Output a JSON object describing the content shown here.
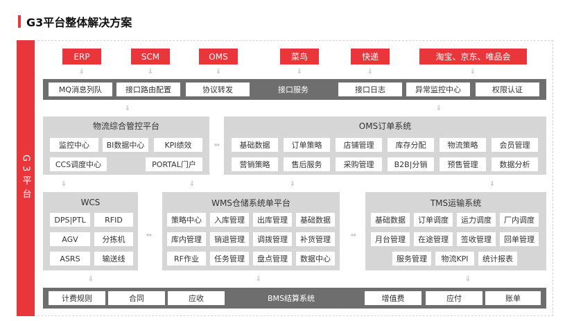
{
  "title": "G3平台整体解决方案",
  "side_label": "G3平台",
  "top_systems": [
    "ERP",
    "SCM",
    "OMS",
    "菜鸟",
    "快递",
    "淘宝、京东、唯品会"
  ],
  "interface_bar": {
    "items": [
      "MQ消息列队",
      "接口路由配置",
      "协议转发",
      "接口日志",
      "异常监控中心",
      "权限认证"
    ],
    "center_label": "接口服务"
  },
  "logistics_panel": {
    "title": "物流综合管控平台",
    "items": [
      "监控中心",
      "BI数据中心",
      "KPI绩效",
      "CCS调度中心",
      "PORTAL门户"
    ]
  },
  "oms_panel": {
    "title": "OMS订单系统",
    "items": [
      "基础数据",
      "订单策略",
      "店铺管理",
      "库存分配",
      "物流策略",
      "会员管理",
      "营销策略",
      "售后服务",
      "采购管理",
      "B2B|分销",
      "预售管理",
      "数据分析"
    ]
  },
  "wcs_panel": {
    "title": "WCS",
    "items": [
      "DPS|PTL",
      "RFID",
      "AGV",
      "分拣机",
      "ASRS",
      "输送线"
    ]
  },
  "wms_panel": {
    "title": "WMS仓储系统单平台",
    "items": [
      "策略中心",
      "入库管理",
      "出库管理",
      "基础数据",
      "库内管理",
      "销退管理",
      "调拨管理",
      "补货管理",
      "RF作业",
      "任务管理",
      "盘点管理",
      "数据中心"
    ]
  },
  "tms_panel": {
    "title": "TMS运输系统",
    "items": [
      "基础数据",
      "订单调度",
      "运力调度",
      "厂内调度",
      "月台管理",
      "在途管理",
      "签收管理",
      "回单管理",
      "服务管理",
      "物流KPI",
      "统计报表"
    ]
  },
  "bms_bar": {
    "items": [
      "计费规则",
      "合同",
      "应收",
      "增值费",
      "应付",
      "账单"
    ],
    "center_label": "BMS结算系统"
  },
  "colors": {
    "accent": "#e8363a",
    "bar": "#6e6e6e",
    "panel": "#d6d6d6"
  },
  "arrow_down": "⇓",
  "arrow_lr": "⇔"
}
